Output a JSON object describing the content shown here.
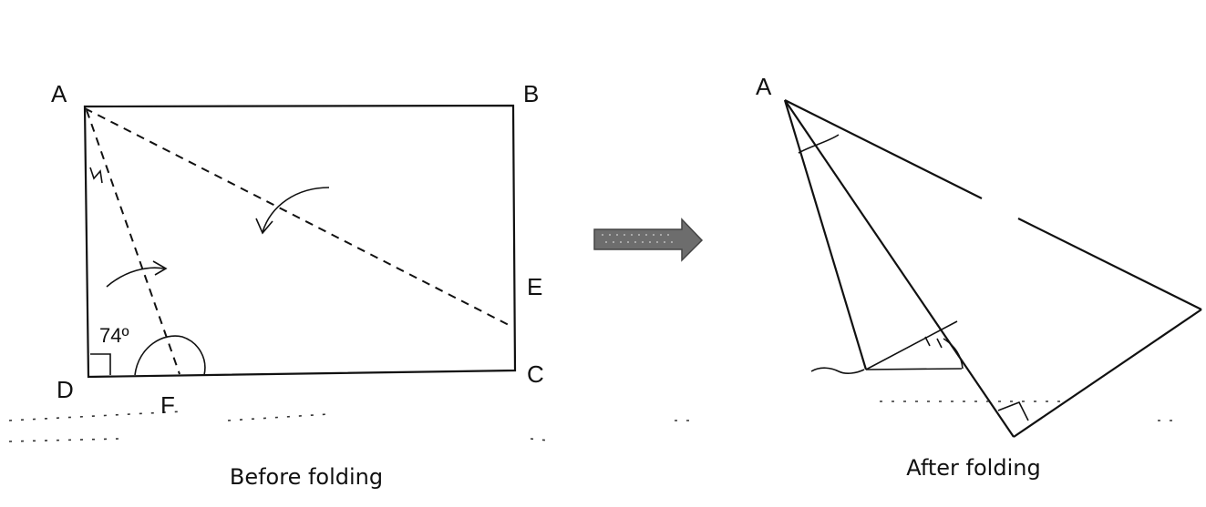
{
  "before": {
    "points": {
      "A": "A",
      "B": "B",
      "C": "C",
      "D": "D",
      "E": "E",
      "F": "F"
    },
    "angle_label": "74º",
    "small_angle_mark": "u",
    "caption": "Before folding"
  },
  "after": {
    "points": {
      "A": "A"
    },
    "caption": "After folding"
  },
  "colors": {
    "ink": "#111111",
    "arrow_fill": "#6d6d6d"
  },
  "icons": {
    "transition": "right-arrow-icon"
  }
}
